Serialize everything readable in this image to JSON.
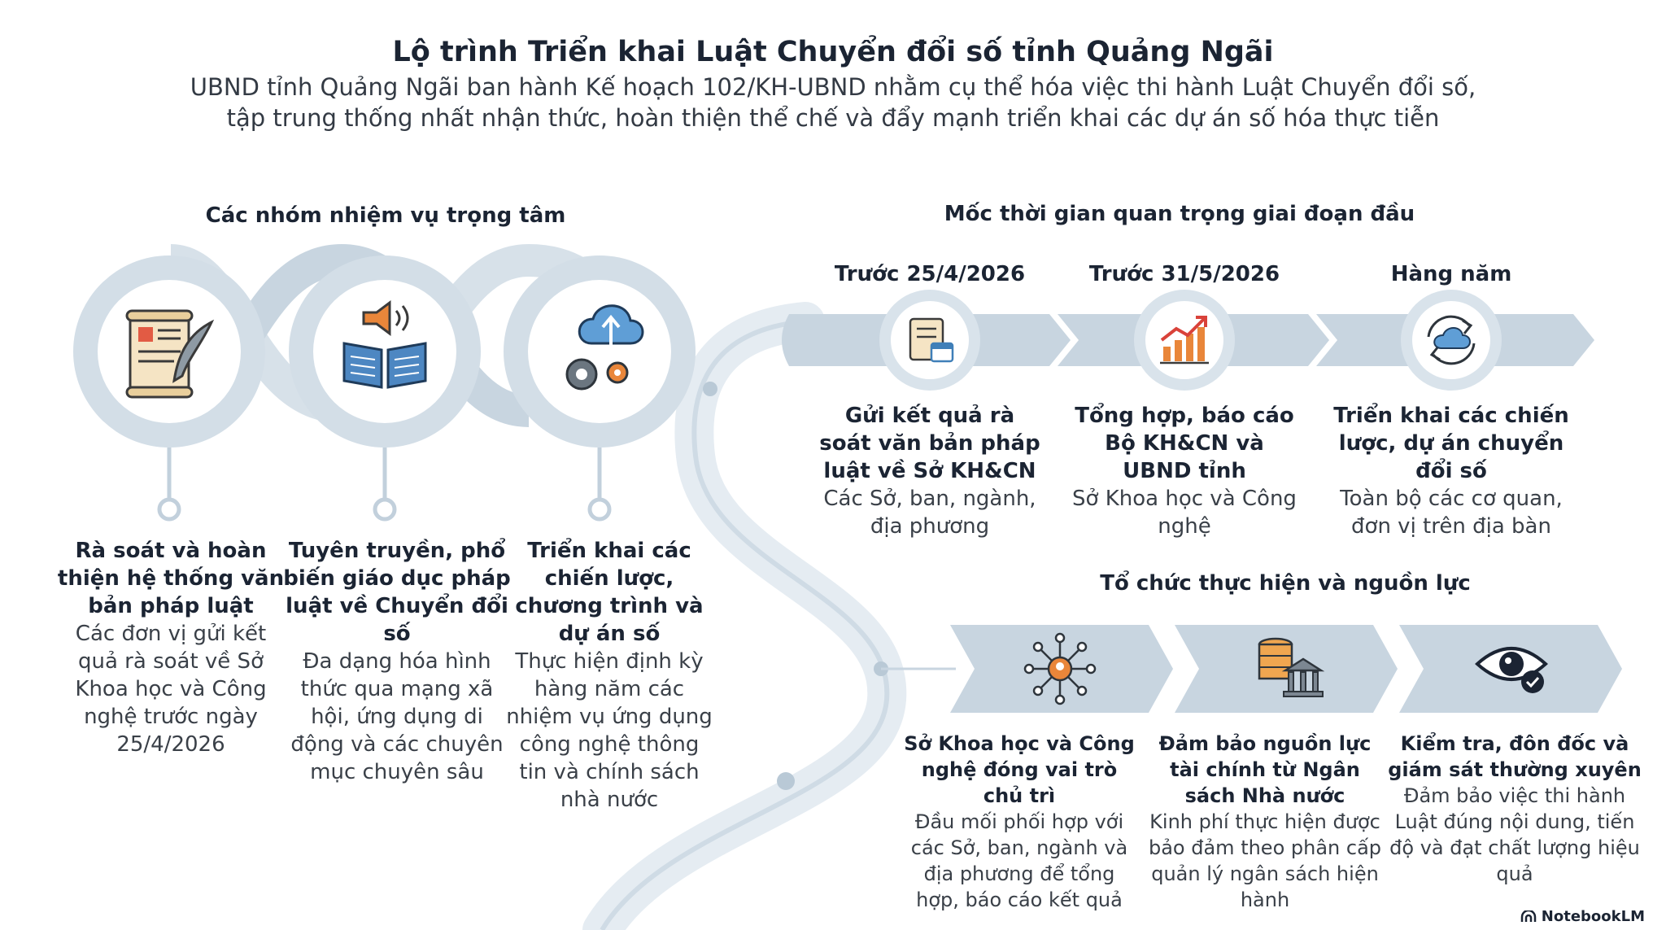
{
  "header": {
    "title": "Lộ trình Triển khai Luật Chuyển đổi số tỉnh Quảng Ngãi",
    "subtitle": "UBND tỉnh Quảng Ngãi ban hành Kế hoạch 102/KH-UBND nhằm cụ thể hóa việc thi hành Luật Chuyển đổi số, tập trung thống nhất nhận thức, hoàn thiện thể chế và đẩy mạnh triển khai các dự án số hóa thực tiễn"
  },
  "tasks": {
    "heading": "Các nhóm nhiệm vụ trọng tâm",
    "items": [
      {
        "icon": "scroll-quill-icon",
        "title": "Rà soát và hoàn thiện hệ thống văn bản pháp luật",
        "desc": "Các đơn vị gửi kết quả rà soát về Sở Khoa học và Công nghệ trước ngày 25/4/2026"
      },
      {
        "icon": "open-book-megaphone-icon",
        "title": "Tuyên truyền, phổ biến giáo dục pháp luật về Chuyển đổi số",
        "desc": "Đa dạng hóa hình thức qua mạng xã hội, ứng dụng di động và các chuyên mục chuyên sâu"
      },
      {
        "icon": "cloud-gears-icon",
        "title": "Triển khai các chiến lược, chương trình và dự án số",
        "desc": "Thực hiện định kỳ hàng năm các nhiệm vụ ứng dụng công nghệ thông tin và chính sách nhà nước"
      }
    ]
  },
  "milestones": {
    "heading": "Mốc thời gian quan trọng giai đoạn đầu",
    "items": [
      {
        "label": "Trước 25/4/2026",
        "icon": "scroll-calendar-icon",
        "title": "Gửi kết quả rà soát văn bản pháp luật về Sở KH&CN",
        "desc": "Các Sở, ban, ngành, địa phương"
      },
      {
        "label": "Trước 31/5/2026",
        "icon": "growth-chart-icon",
        "title": "Tổng hợp, báo cáo Bộ KH&CN và UBND tỉnh",
        "desc": "Sở Khoa học và Công nghệ"
      },
      {
        "label": "Hàng năm",
        "icon": "cloud-cycle-icon",
        "title": "Triển khai các chiến lược, dự án chuyển đổi số",
        "desc": "Toàn bộ các cơ quan, đơn vị trên địa bàn"
      }
    ]
  },
  "organization": {
    "heading": "Tổ chức thực hiện và nguồn lực",
    "items": [
      {
        "icon": "network-person-icon",
        "title": "Sở Khoa học và Công nghệ đóng vai trò chủ trì",
        "desc": "Đầu mối phối hợp với các Sở, ban, ngành và địa phương để tổng hợp, báo cáo kết quả"
      },
      {
        "icon": "coins-bank-icon",
        "title": "Đảm bảo nguồn lực tài chính từ Ngân sách Nhà nước",
        "desc": "Kinh phí thực hiện được bảo đảm theo phân cấp quản lý ngân sách hiện hành"
      },
      {
        "icon": "eye-check-icon",
        "title": "Kiểm tra, đôn đốc và giám sát thường xuyên",
        "desc": "Đảm bảo việc thi hành Luật đúng nội dung, tiến độ và đạt chất lượng hiệu quả"
      }
    ]
  },
  "brand": {
    "label": "NotebookLM"
  },
  "colors": {
    "ribbon": "#c8d5e0",
    "ribbon_dark": "#b6c6d4",
    "orange": "#e9863a",
    "blue": "#3f7fb8",
    "navy": "#1f3b5a"
  }
}
